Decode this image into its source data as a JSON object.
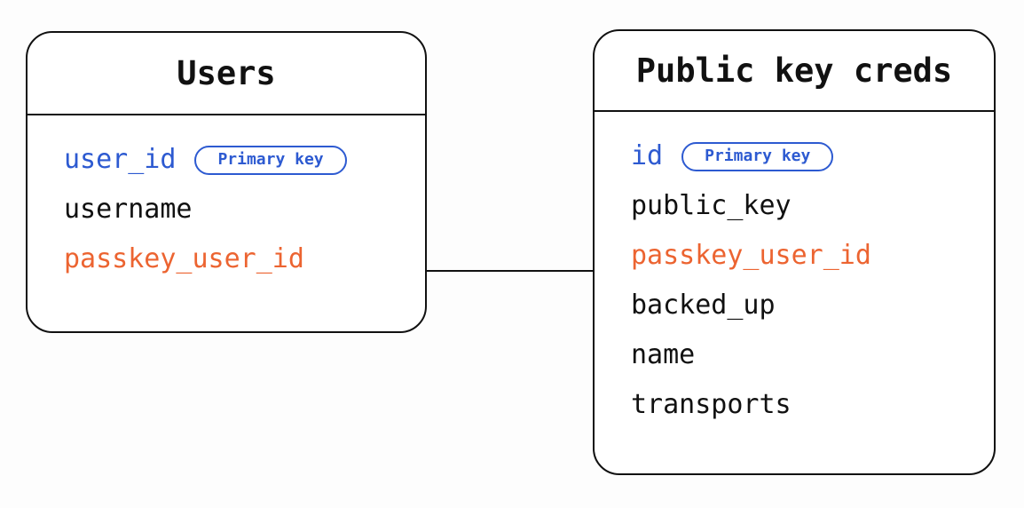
{
  "diagram": {
    "type": "entity-relationship-diagram",
    "background_color": "#fdfdfd",
    "colors": {
      "border": "#111111",
      "text": "#111111",
      "primary_key": "#2d5ad1",
      "foreign_key": "#ec6431"
    },
    "entities": [
      {
        "id": "users",
        "title": "Users",
        "fields": [
          {
            "name": "user_id",
            "role": "primary-key",
            "badge": "Primary key"
          },
          {
            "name": "username",
            "role": "plain",
            "badge": null
          },
          {
            "name": "passkey_user_id",
            "role": "foreign-key",
            "badge": null
          }
        ]
      },
      {
        "id": "public-key-creds",
        "title": "Public key creds",
        "fields": [
          {
            "name": "id",
            "role": "primary-key",
            "badge": "Primary key"
          },
          {
            "name": "public_key",
            "role": "plain",
            "badge": null
          },
          {
            "name": "passkey_user_id",
            "role": "foreign-key",
            "badge": null
          },
          {
            "name": "backed_up",
            "role": "plain",
            "badge": null
          },
          {
            "name": "name",
            "role": "plain",
            "badge": null
          },
          {
            "name": "transports",
            "role": "plain",
            "badge": null
          }
        ]
      }
    ],
    "relationships": [
      {
        "from_entity": "users",
        "from_field": "passkey_user_id",
        "to_entity": "public-key-creds",
        "to_field": "passkey_user_id",
        "style": "plain-line"
      }
    ]
  }
}
